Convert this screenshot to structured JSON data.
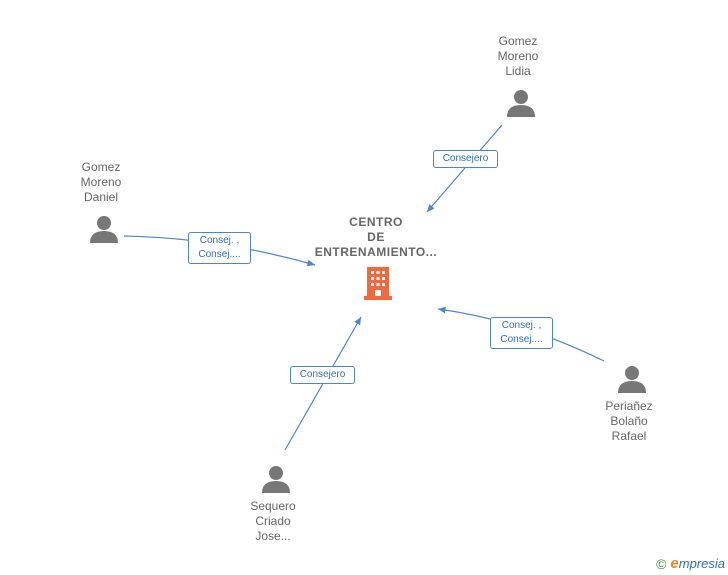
{
  "center": {
    "lines": [
      "CENTRO",
      "DE",
      "ENTRENAMIENTO..."
    ],
    "icon": "building-icon",
    "color": "#f26a3c"
  },
  "people": [
    {
      "id": "gomez-moreno-lidia",
      "lines": [
        "Gomez",
        "Moreno",
        "Lidia"
      ],
      "icon": "person-icon"
    },
    {
      "id": "gomez-moreno-daniel",
      "lines": [
        "Gomez",
        "Moreno",
        "Daniel"
      ],
      "icon": "person-icon"
    },
    {
      "id": "perianez-bolano-rafael",
      "lines": [
        "Periañez",
        "Bolaño",
        "Rafael"
      ],
      "icon": "person-icon"
    },
    {
      "id": "sequero-criado-jose",
      "lines": [
        "Sequero",
        "Criado",
        "Jose..."
      ],
      "icon": "person-icon"
    }
  ],
  "edges": [
    {
      "from": "gomez-moreno-lidia",
      "lines": [
        "Consejero"
      ]
    },
    {
      "from": "gomez-moreno-daniel",
      "lines": [
        "Consej. ,",
        "Consej...."
      ]
    },
    {
      "from": "perianez-bolano-rafael",
      "lines": [
        "Consej. ,",
        "Consej...."
      ]
    },
    {
      "from": "sequero-criado-jose",
      "lines": [
        "Consejero"
      ]
    }
  ],
  "footer": {
    "copyright_symbol": "©",
    "brand_initial": "e",
    "brand_rest": "mpresia"
  },
  "colors": {
    "edge": "#4a86c8",
    "person": "#777777",
    "text": "#666666"
  }
}
